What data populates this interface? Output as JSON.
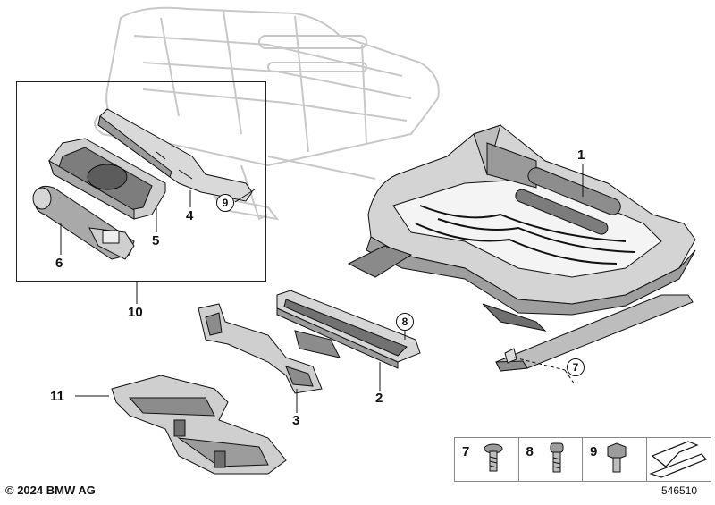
{
  "diagram": {
    "callouts": {
      "part_1": "1",
      "part_2": "2",
      "part_3": "3",
      "part_4": "4",
      "part_5": "5",
      "part_6": "6",
      "part_10": "10",
      "part_11": "11"
    },
    "circled_callouts": {
      "ref_7": "7",
      "ref_8": "8",
      "ref_9": "9"
    },
    "legend": [
      {
        "number": "7",
        "icon": "torx-screw-icon"
      },
      {
        "number": "8",
        "icon": "hex-socket-screw-icon"
      },
      {
        "number": "9",
        "icon": "hex-bolt-icon"
      },
      {
        "number": "",
        "icon": "view-direction-arrow-icon"
      }
    ],
    "copyright": "© 2024 BMW AG",
    "diagram_id": "546510"
  },
  "colors": {
    "line": "#111111",
    "part_fill": "#d9d9d9",
    "part_shade": "#8c8c8c",
    "ghost_line": "#c8c8c8"
  }
}
